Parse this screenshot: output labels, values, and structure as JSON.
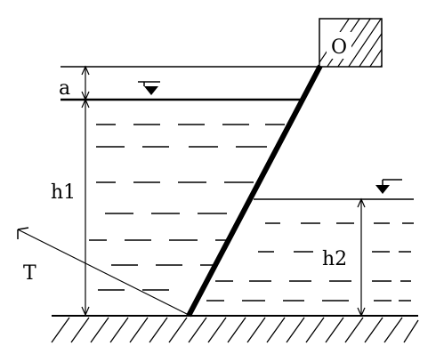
{
  "diagram": {
    "labels": {
      "pivot": "O",
      "gap": "a",
      "upstream_depth": "h1",
      "downstream_depth": "h2",
      "force": "T"
    },
    "colors": {
      "ink": "#000000",
      "background": "#ffffff"
    },
    "icons": [
      "water-surface-marker-icon",
      "hatched-support-icon",
      "ground-hatching-icon"
    ]
  }
}
